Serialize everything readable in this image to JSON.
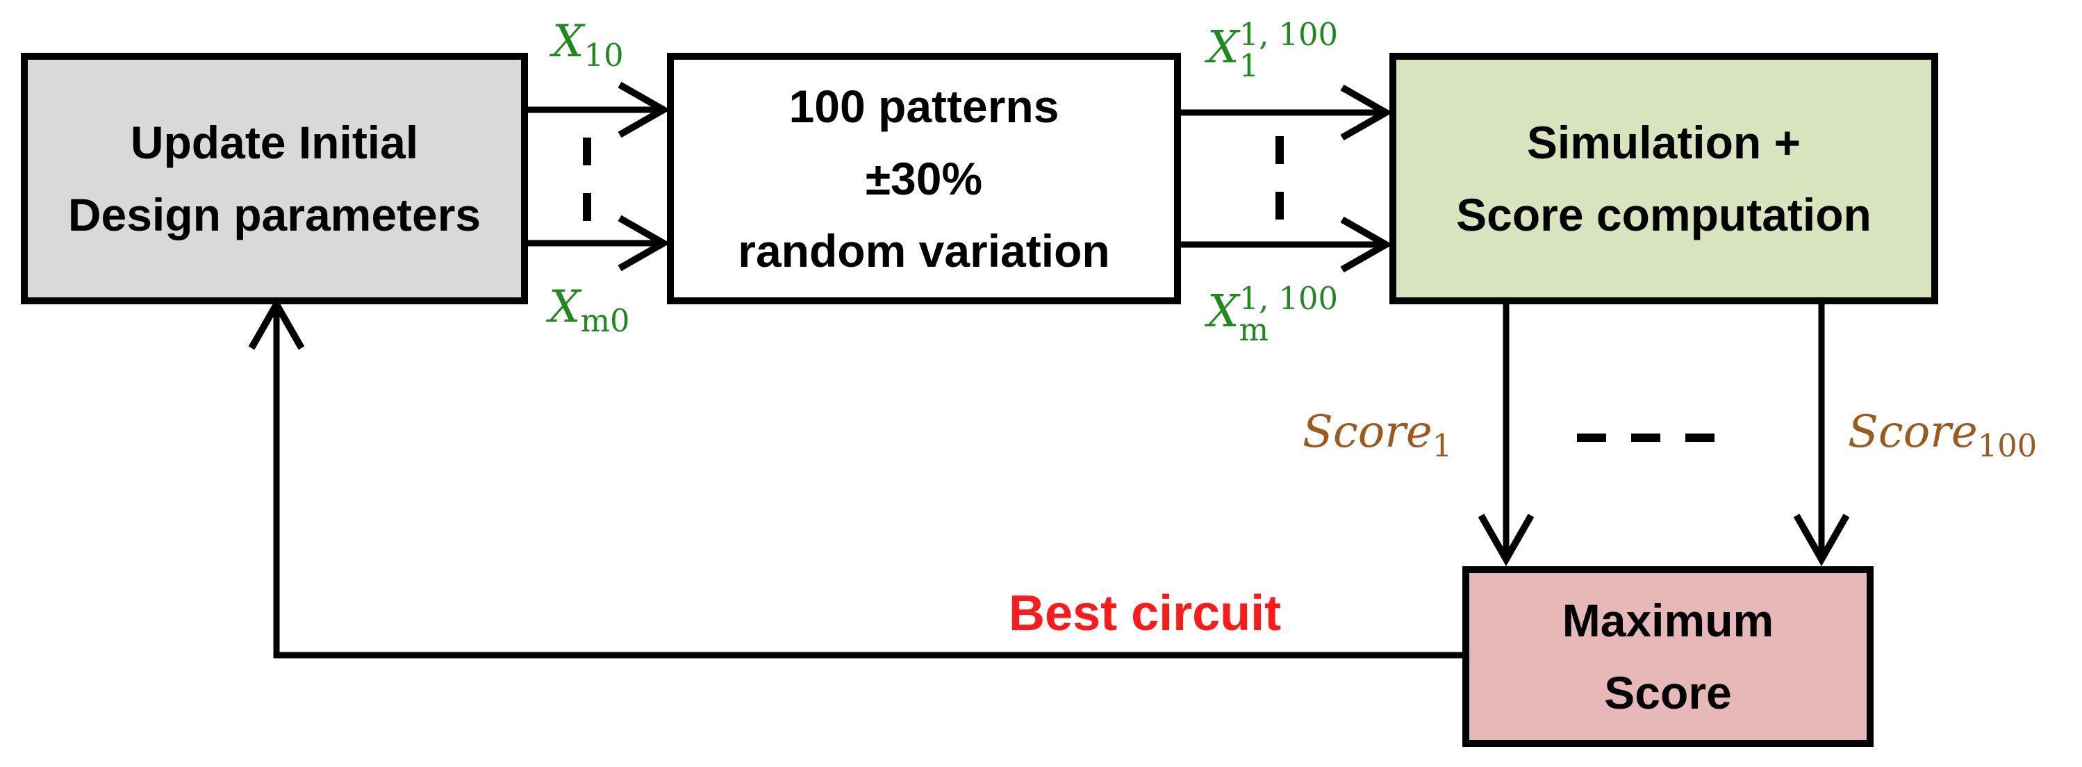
{
  "boxes": {
    "update": {
      "line1": "Update Initial",
      "line2": "Design parameters",
      "fill": "#d9d9d9"
    },
    "patterns": {
      "line1": "100 patterns",
      "line2": "±30%",
      "line3": "random variation",
      "fill": "#ffffff"
    },
    "simulation": {
      "line1": "Simulation +",
      "line2": "Score computation",
      "fill": "#d8e4bd"
    },
    "maximum": {
      "line1": "Maximum",
      "line2": "Score",
      "fill": "#e6b9b8"
    }
  },
  "labels": {
    "x10": {
      "base": "X",
      "sub": "10"
    },
    "xm0": {
      "base": "X",
      "sub": "m0"
    },
    "x1": {
      "base": "X",
      "sub": "1",
      "sup": "1, 100"
    },
    "xm": {
      "base": "X",
      "sub": "m",
      "sup": "1, 100"
    },
    "score1": {
      "base": "Score",
      "sub": "1"
    },
    "score100": {
      "base": "Score",
      "sub": "100"
    },
    "best_circuit": "Best circuit"
  },
  "colors": {
    "line": "#000000",
    "green_math": "#1e8a1e",
    "brown_math": "#9a5a20",
    "red_label": "#ff1a1a"
  }
}
